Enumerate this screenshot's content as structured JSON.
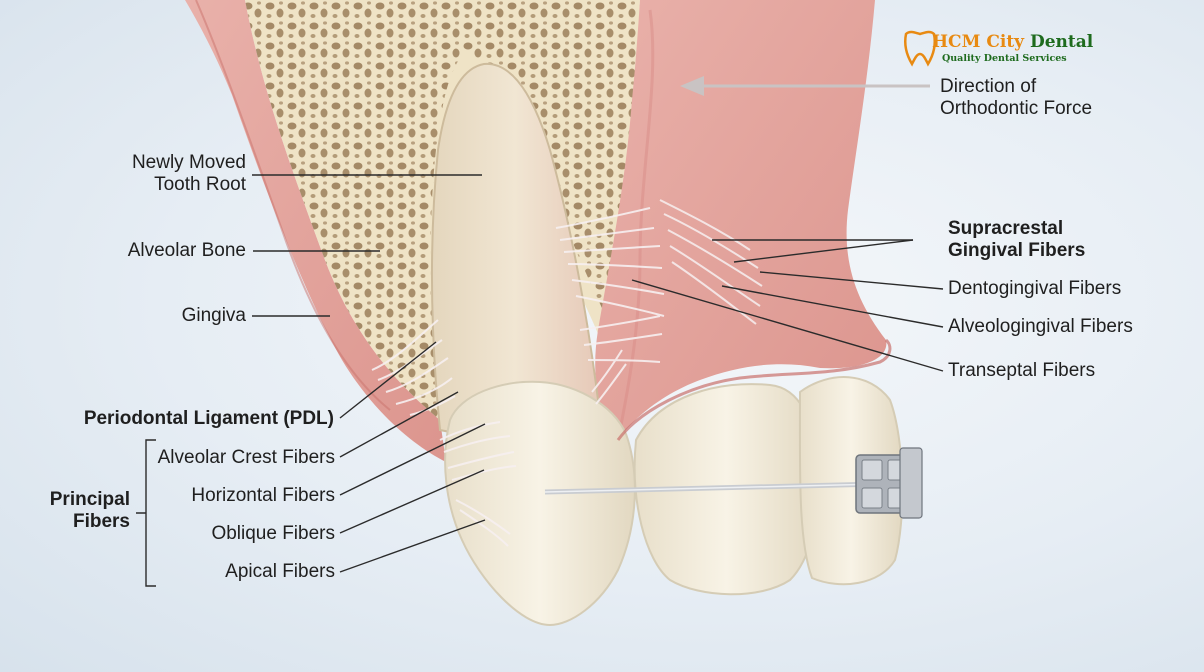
{
  "brand": {
    "name_part1": "HCM City ",
    "name_part2": "Dental",
    "tagline": "Quality Dental Services"
  },
  "labels": {
    "force_line1": "Direction of",
    "force_line2": "Orthodontic Force",
    "root_line1": "Newly Moved",
    "root_line2": "Tooth Root",
    "bone": "Alveolar Bone",
    "gingiva": "Gingiva",
    "pdl": "Periodontal Ligament (PDL)",
    "crest": "Alveolar Crest Fibers",
    "horizontal": "Horizontal Fibers",
    "oblique": "Oblique Fibers",
    "apical": "Apical Fibers",
    "principal_line1": "Principal",
    "principal_line2": "Fibers",
    "supra_line1": "Supracrestal",
    "supra_line2": "Gingival Fibers",
    "dento": "Dentogingival Fibers",
    "alveolo": "Alveologingival Fibers",
    "transeptal": "Transeptal Fibers"
  },
  "colors": {
    "bone": "#efe3c6",
    "bone_pores": "#8a6a45",
    "gingiva": "#e3a19a",
    "gingiva_dark": "#c9716c",
    "tooth": "#f2ecdc",
    "fibers": "#f6eef0",
    "wire": "#c9ccd1",
    "leader": "#2b2b2b"
  }
}
